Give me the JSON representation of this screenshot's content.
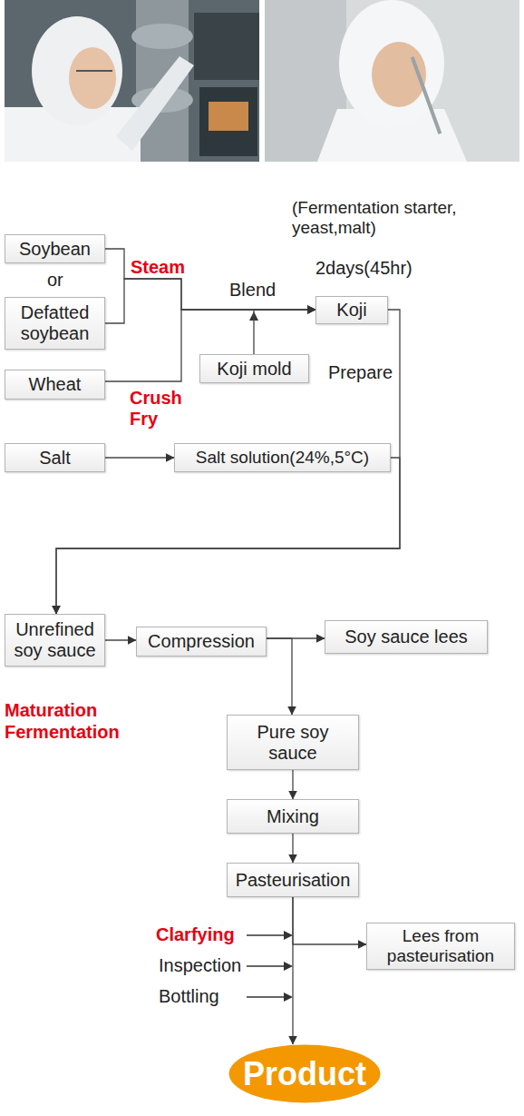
{
  "diagram": {
    "nodes": [
      {
        "text": [
          "Soybean"
        ]
      },
      {
        "text": [
          "Defatted soybean"
        ]
      },
      {
        "text": [
          "Wheat"
        ]
      },
      {
        "text": [
          "Koji"
        ]
      },
      {
        "text": [
          "Koji mold"
        ]
      },
      {
        "text": [
          "Salt"
        ]
      },
      {
        "text": [
          "Salt solution(24%,5°C)"
        ]
      },
      {
        "text": [
          "Unrefined soy sauce"
        ]
      },
      {
        "text": [
          "Compression"
        ]
      },
      {
        "text": [
          "Soy sauce lees"
        ]
      },
      {
        "text": [
          "Pure soy sauce"
        ]
      },
      {
        "text": [
          "Mixing"
        ]
      },
      {
        "text": [
          "Pasteurisation"
        ]
      },
      {
        "text": [
          "Lees from pasteurisation"
        ]
      },
      {
        "text": [
          "Product"
        ]
      }
    ],
    "edges": [
      {
        "from": 0,
        "to": 3,
        "arrow": "to"
      },
      {
        "from": 1,
        "to": 3,
        "arrow": "to"
      },
      {
        "from": 2,
        "to": 3,
        "arrow": "to"
      },
      {
        "from": 4,
        "to": 3,
        "arrow": "to"
      },
      {
        "from": 5,
        "to": 6,
        "arrow": "to"
      },
      {
        "from": 3,
        "to": 7,
        "arrow": "to"
      },
      {
        "from": 6,
        "to": 7,
        "arrow": "to"
      },
      {
        "from": 7,
        "to": 8,
        "arrow": "to"
      },
      {
        "from": 8,
        "to": 9,
        "arrow": "to"
      },
      {
        "from": 8,
        "to": 10,
        "arrow": "to"
      },
      {
        "from": 10,
        "to": 11,
        "arrow": "to"
      },
      {
        "from": 11,
        "to": 12,
        "arrow": "to"
      },
      {
        "from": 12,
        "to": 14,
        "arrow": "to"
      },
      {
        "from": 12,
        "to": 13,
        "arrow": "to"
      }
    ],
    "labels": [
      "(Fermentation starter, yeast,malt)",
      "2days(45hr)",
      "or",
      "Steam",
      "Blend",
      "Crush",
      "Fry",
      "Prepare",
      "Maturation",
      "Fermentation",
      "Clarfying",
      "Inspection",
      "Bottling"
    ]
  }
}
